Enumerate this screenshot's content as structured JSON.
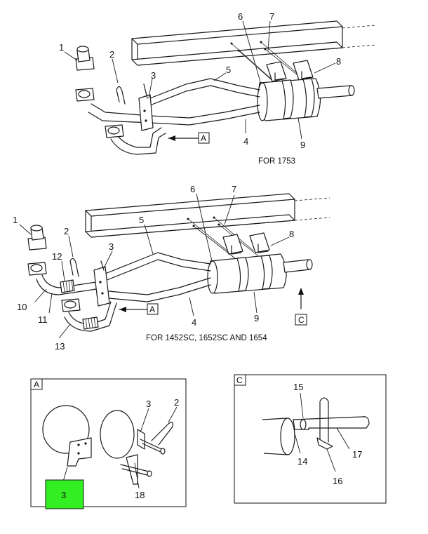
{
  "top_view": {
    "caption": "FOR 1753",
    "callouts": [
      "1",
      "2",
      "3",
      "5",
      "6",
      "7",
      "8",
      "4",
      "9"
    ],
    "view_ref": "A"
  },
  "middle_view": {
    "caption": "FOR 1452SC, 1652SC AND 1654",
    "callouts": [
      "1",
      "2",
      "3",
      "5",
      "6",
      "7",
      "8",
      "12",
      "10",
      "11",
      "13",
      "4",
      "9"
    ],
    "view_ref_a": "A",
    "view_ref_c": "C"
  },
  "detail_a": {
    "label": "A",
    "callouts": [
      "3",
      "2",
      "18"
    ],
    "highlight": "3"
  },
  "detail_c": {
    "label": "C",
    "callouts": [
      "15",
      "14",
      "17",
      "16"
    ]
  },
  "colors": {
    "highlight": "#33ee22",
    "line": "#1a1a1a"
  }
}
